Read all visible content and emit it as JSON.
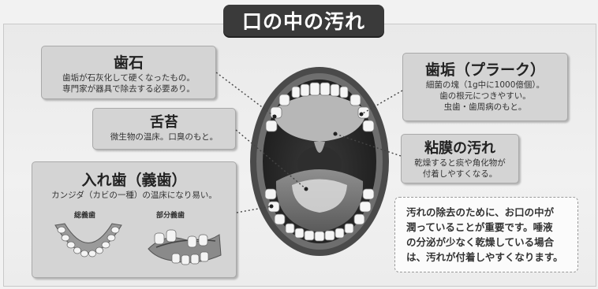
{
  "title": "口の中の汚れ",
  "callouts": {
    "shiseki": {
      "head": "歯石",
      "line1": "歯垢が石灰化して硬くなったもの。",
      "line2": "専門家が器具で除去する必要あり。"
    },
    "zetai": {
      "head": "舌苔",
      "line1": "微生物の温床。口臭のもと。"
    },
    "ireba": {
      "head": "入れ歯（義歯）",
      "line1": "カンジダ（カビの一種）の温床になり易い。",
      "full": "総義歯",
      "partial": "部分義歯"
    },
    "shiko": {
      "head": "歯垢（プラーク）",
      "line1": "細菌の塊（1g中に1000億個）。",
      "line2": "歯の根元につきやすい。",
      "line3": "虫歯・歯周病のもと。"
    },
    "nenmaku": {
      "head": "粘膜の汚れ",
      "line1": "乾燥すると痰や角化物が",
      "line2": "付着しやすくなる。"
    }
  },
  "note": {
    "line1": "汚れの除去のために、お口の中が",
    "line2": "潤っていることが重要です。唾液",
    "line3": "の分泌が少なく乾燥している場合",
    "line4": "は、汚れが付着しやすくなります。"
  },
  "colors": {
    "banner": "#3a3a3a",
    "callout": "#d4d4d4",
    "lips": "#4a4a4a",
    "tongue": "#7a7a7a",
    "throat": "#2e2e2e"
  },
  "icons": [
    "mouth-illustration",
    "full-denture-icon",
    "partial-denture-icon"
  ]
}
